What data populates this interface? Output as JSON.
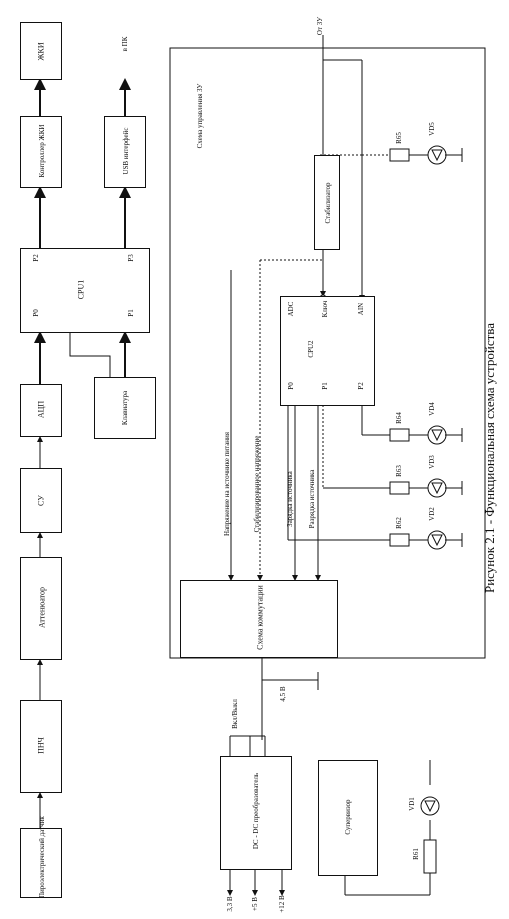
{
  "caption": "Рисунок 2.1 - Функциональная схема устройства",
  "blocks": {
    "pyro_sensor": "Пироэлектрический датчик",
    "preamp": "ПНЧ",
    "attenuator": "Аттенюатор",
    "su": "СУ",
    "adc": "АЦП",
    "cpu1": "CPU1",
    "cpu1_p0": "P0",
    "cpu1_p1": "P1",
    "cpu1_p2": "P2",
    "cpu1_p3": "P3",
    "lcd_ctrl": "Контроллер ЖКИ",
    "lcd": "ЖКИ",
    "usb": "USB интерфейс",
    "to_pc": "в ПК",
    "keyboard": "Клавиатура",
    "dcdc": "DC - DC преобразователь",
    "supervisor": "Супервизор"
  },
  "charger": {
    "title": "Схема управления ЗУ",
    "from_charger": "От ЗУ",
    "stabilizer": "Стабилизатор",
    "cpu2": "CPU2",
    "cpu2_p0": "P0",
    "cpu2_p1": "P1",
    "cpu2_p2": "P2",
    "adc_port": "ADC",
    "key_port": "Ключ",
    "ain_port": "AIN",
    "switch_circuit": "Схема коммутации",
    "sig_charge_voltage": "Напряжение на источнике питания",
    "sig_stab_voltage": "Стабилизированное напряжение",
    "sig_battery_charge": "Зарядка источника",
    "sig_battery_discharge": "Разрядка источника"
  },
  "labels": {
    "switch": "Вкл/Выкл",
    "battery": "4,5 В",
    "out_33": "3,3 В",
    "out_5": "+5 В",
    "out_12": "+12 В",
    "r61": "R61",
    "r62": "R62",
    "r63": "R63",
    "r64": "R64",
    "r65": "R65",
    "vd1": "VD1",
    "vd2": "VD2",
    "vd3": "VD3",
    "vd4": "VD4",
    "vd5": "VD5"
  }
}
